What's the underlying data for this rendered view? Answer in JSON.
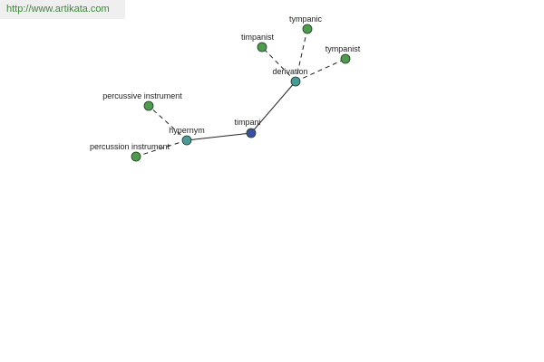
{
  "watermark": {
    "text": "http://www.artikata.com"
  },
  "colors": {
    "center_node": "#3a4fa0",
    "relation_node": "#4a9a9a",
    "leaf_node": "#4e9a4e",
    "watermark_text": "#3c8a3c"
  },
  "graph": {
    "nodes": [
      {
        "id": "timpani",
        "label": "timpani",
        "kind": "center"
      },
      {
        "id": "hypernym",
        "label": "hypernym",
        "kind": "relation"
      },
      {
        "id": "derivation",
        "label": "derivation",
        "kind": "relation"
      },
      {
        "id": "percussive-instrument",
        "label": "percussive instrument",
        "kind": "leaf"
      },
      {
        "id": "percussion-instrument",
        "label": "percussion instrument",
        "kind": "leaf"
      },
      {
        "id": "timpanist",
        "label": "timpanist",
        "kind": "leaf"
      },
      {
        "id": "tympanic",
        "label": "tympanic",
        "kind": "leaf"
      },
      {
        "id": "tympanist",
        "label": "tympanist",
        "kind": "leaf"
      }
    ],
    "edges": [
      {
        "from": "timpani",
        "to": "hypernym",
        "style": "solid"
      },
      {
        "from": "timpani",
        "to": "derivation",
        "style": "solid"
      },
      {
        "from": "hypernym",
        "to": "percussive-instrument",
        "style": "dashed"
      },
      {
        "from": "hypernym",
        "to": "percussion-instrument",
        "style": "dashed"
      },
      {
        "from": "derivation",
        "to": "timpanist",
        "style": "dashed"
      },
      {
        "from": "derivation",
        "to": "tympanic",
        "style": "dashed"
      },
      {
        "from": "derivation",
        "to": "tympanist",
        "style": "dashed"
      }
    ]
  }
}
